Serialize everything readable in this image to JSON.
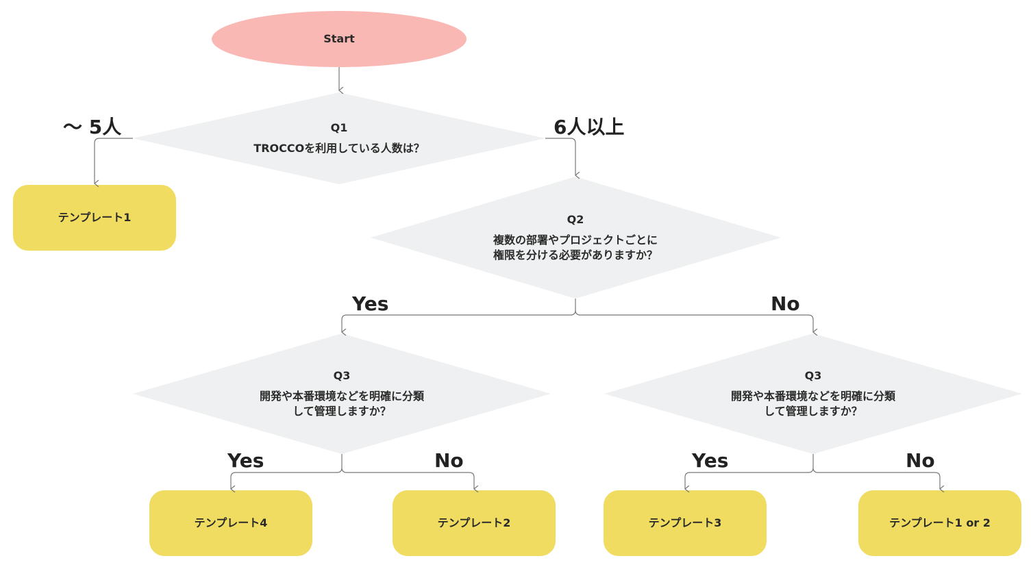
{
  "colors": {
    "start_fill": "#F9B8B4",
    "decision_fill": "#EFF0F1",
    "template_fill": "#EFDC60",
    "connector": "#777777"
  },
  "start": {
    "label": "Start"
  },
  "q1": {
    "title": "Q1",
    "lines": [
      "TROCCOを利用している人数は？"
    ]
  },
  "q2": {
    "title": "Q2",
    "lines": [
      "複数の部署やプロジェクトごとに",
      "権限を分ける必要がありますか？"
    ]
  },
  "q3_left": {
    "title": "Q3",
    "lines": [
      "開発や本番環境などを明確に分類",
      "して管理しますか？"
    ]
  },
  "q3_right": {
    "title": "Q3",
    "lines": [
      "開発や本番環境などを明確に分類",
      "して管理しますか？"
    ]
  },
  "templates": {
    "t_top": "テンプレート1",
    "t_ll": "テンプレート4",
    "t_lr": "テンプレート2",
    "t_rl": "テンプレート3",
    "t_rr": "テンプレート1 or 2"
  },
  "edge_labels": {
    "q1_left": "〜 5人",
    "q1_right": "6人以上",
    "q2_yes": "Yes",
    "q2_no": "No",
    "q3l_yes": "Yes",
    "q3l_no": "No",
    "q3r_yes": "Yes",
    "q3r_no": "No"
  }
}
